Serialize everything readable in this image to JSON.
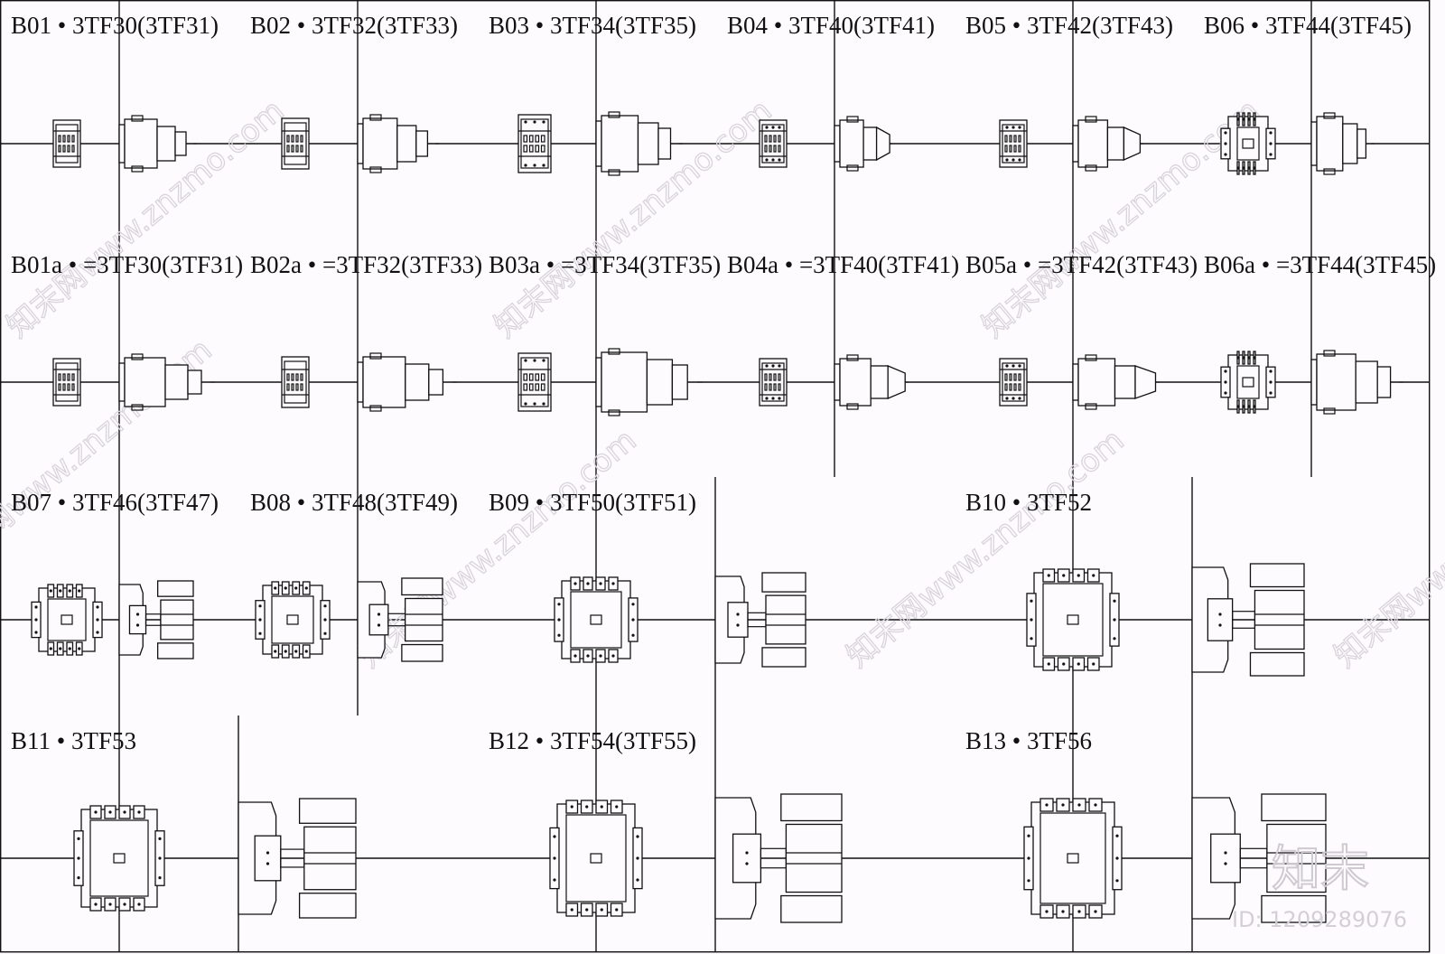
{
  "sheet": {
    "labels": [
      "B01 • 3TF30(3TF31)",
      "B02 • 3TF32(3TF33)",
      "B03 • 3TF34(3TF35)",
      "B04 • 3TF40(3TF41)",
      "B05 • 3TF42(3TF43)",
      "B06 • 3TF44(3TF45)",
      "B01a • =3TF30(3TF31)",
      "B02a • =3TF32(3TF33)",
      "B03a • =3TF34(3TF35)",
      "B04a • =3TF40(3TF41)",
      "B05a • =3TF42(3TF43)",
      "B06a • =3TF44(3TF45)",
      "B07 • 3TF46(3TF47)",
      "B08 • 3TF48(3TF49)",
      "B09 • 3TF50(3TF51)",
      "B10 • 3TF52",
      "B11 • 3TF53",
      "B12 • 3TF54(3TF55)",
      "B13 • 3TF56"
    ],
    "watermark": "知末网www.znzmo.com",
    "logo": "知末",
    "id_text": "ID: 1209289076",
    "colors": {
      "line": "#111111",
      "paper": "#fdfbfd",
      "watermark": "#d9d4dc"
    }
  }
}
